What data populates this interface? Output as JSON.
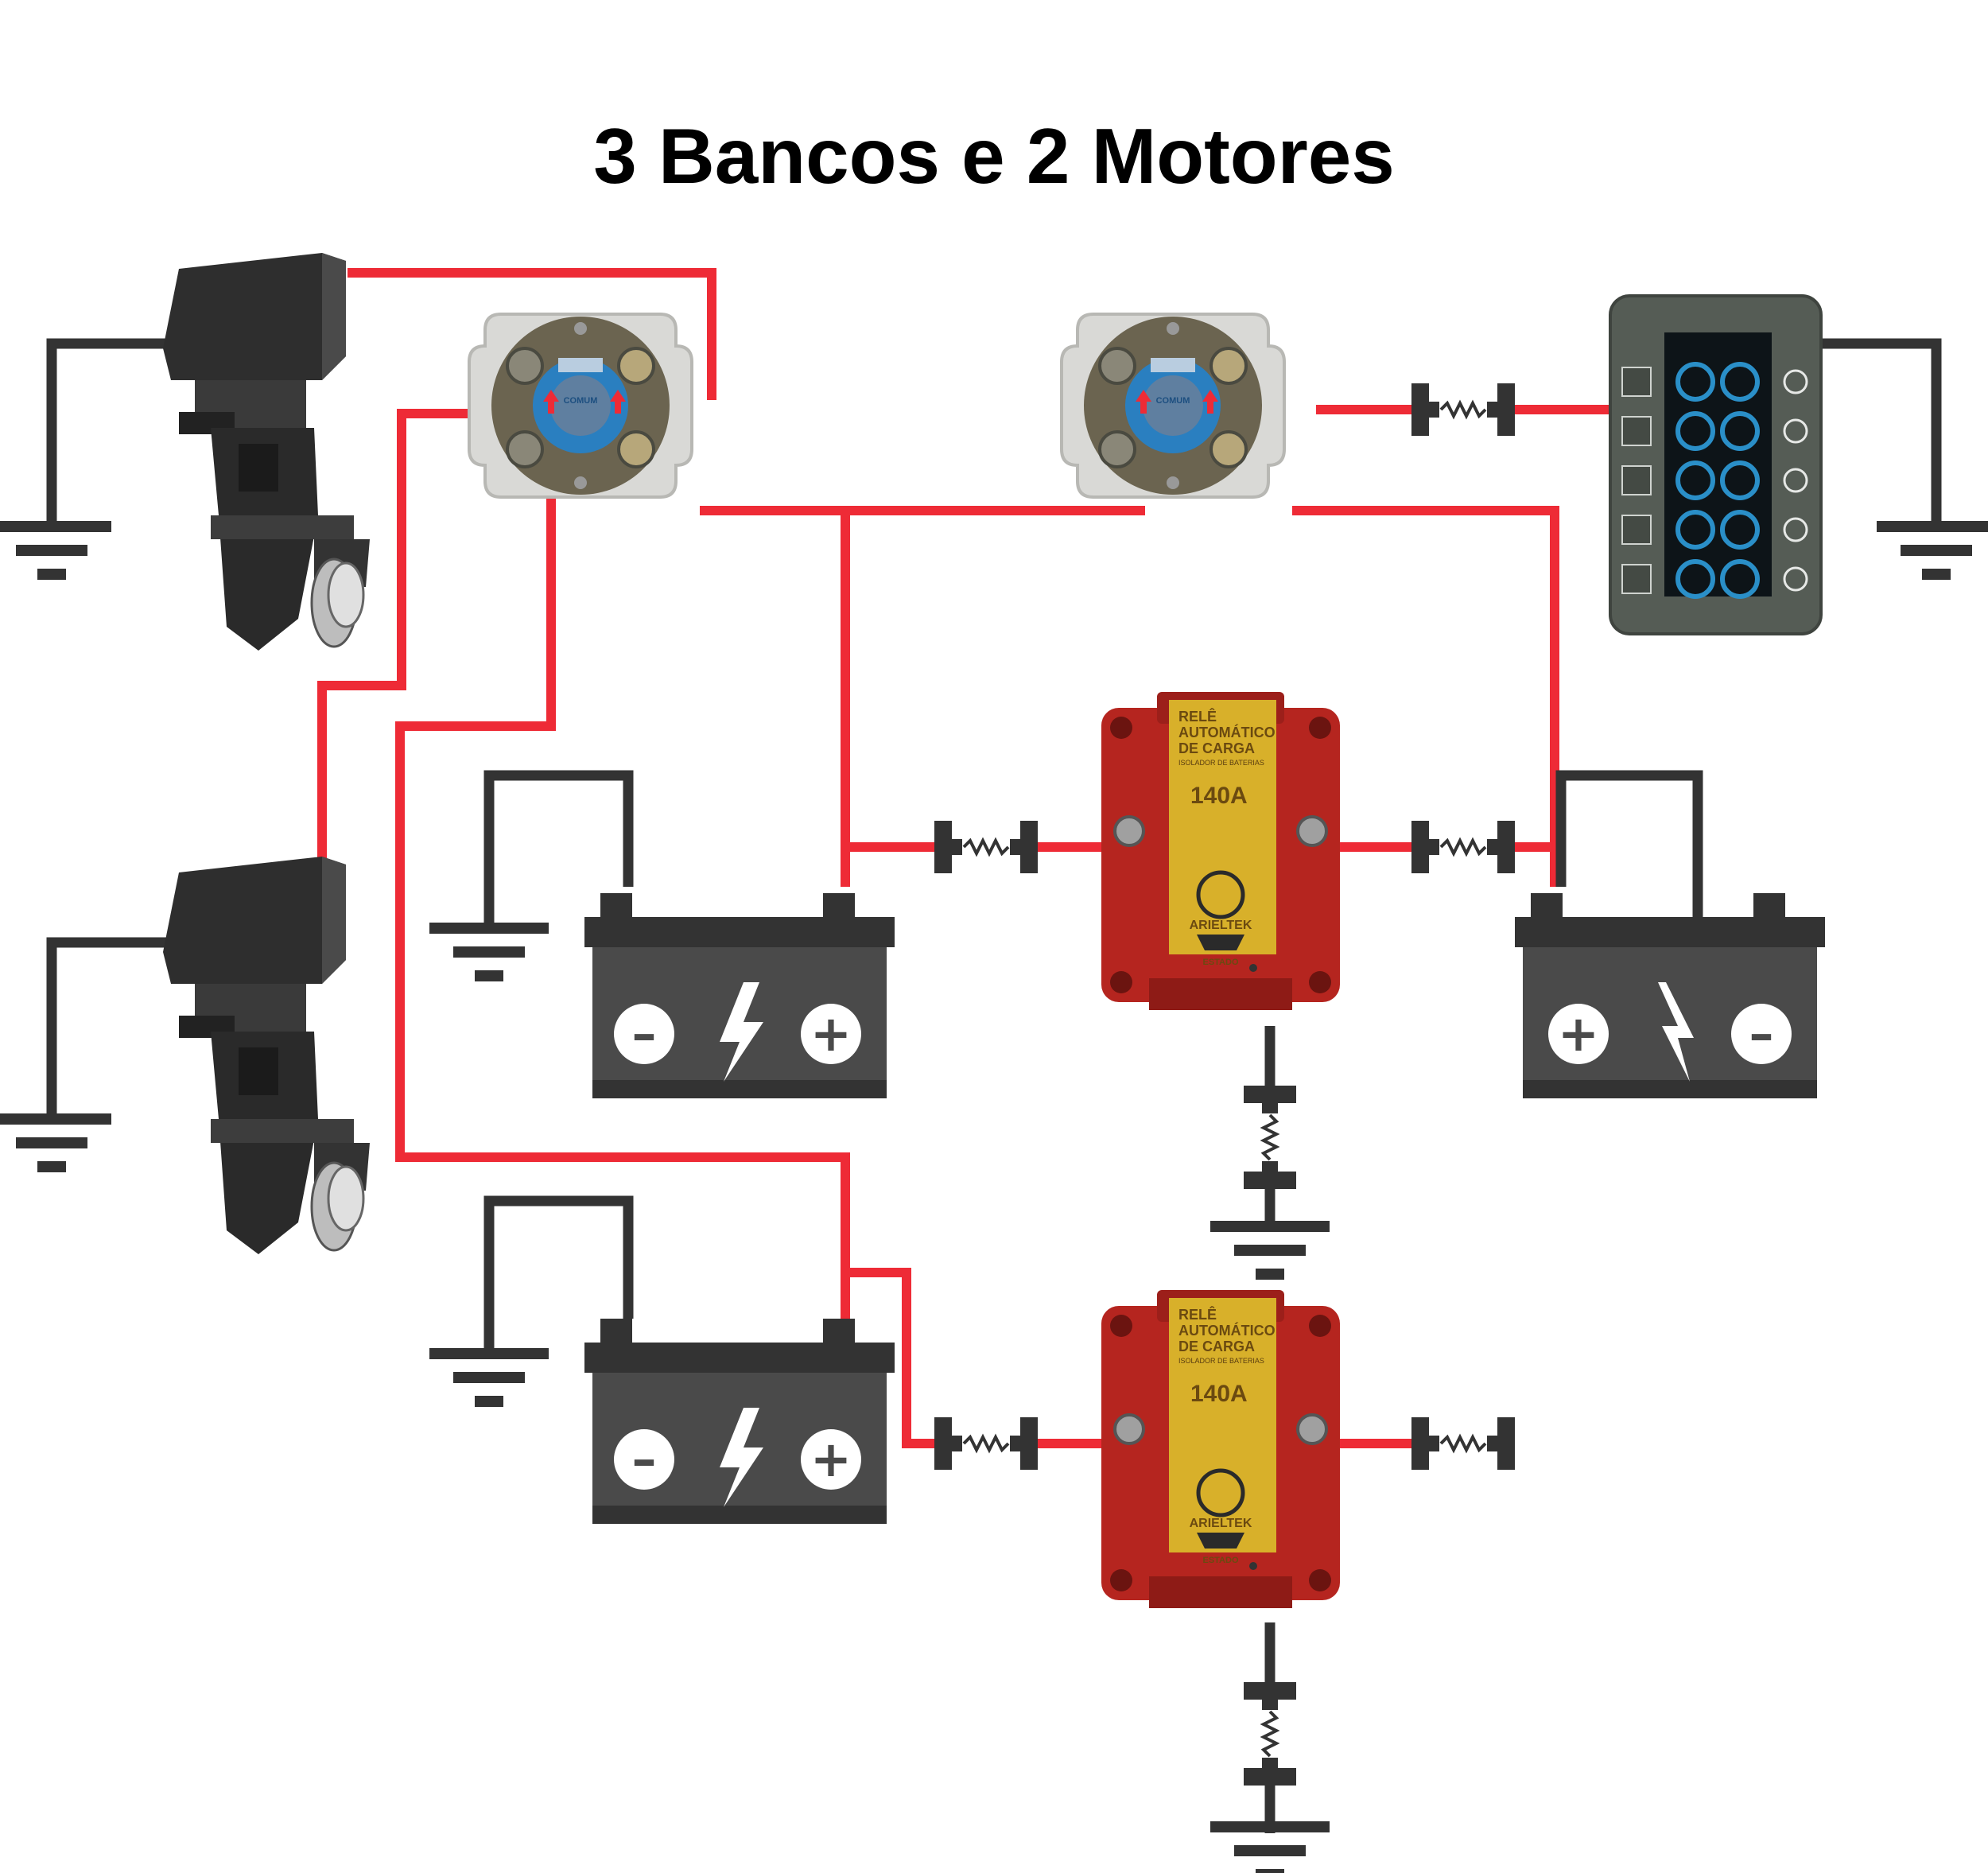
{
  "title": "3 Bancos e 2 Motores",
  "colors": {
    "positive_wire": "#ee2b36",
    "ground_wire": "#333333",
    "battery_body": "#4a4a4a",
    "relay_body": "#b5251f",
    "relay_label": "#d8b02a",
    "panel_body": "#555c55",
    "switch_button": "#2a8fc8"
  },
  "components": {
    "motors": [
      {
        "name": "motor-top",
        "icon": "outboard-motor-icon"
      },
      {
        "name": "motor-bottom",
        "icon": "outboard-motor-icon"
      }
    ],
    "selector_switches": [
      {
        "name": "battery-switch-1",
        "knob_label": "COMUM"
      },
      {
        "name": "battery-switch-2",
        "knob_label": "COMUM"
      }
    ],
    "panel": {
      "name": "switch-panel",
      "buttons_per_column": 5,
      "columns": 2,
      "left_icons": [
        "snowflake-icon",
        "light-icon",
        "light-icon",
        "circle-icon",
        "light-icon"
      ],
      "right_icons": [
        "horn-icon",
        "gauge-icon",
        "battery-icon",
        "pump-icon",
        "fish-icon"
      ]
    },
    "batteries": [
      {
        "name": "battery-a",
        "left_sign": "–",
        "right_sign": "+"
      },
      {
        "name": "battery-b",
        "left_sign": "+",
        "right_sign": "–"
      },
      {
        "name": "battery-c",
        "left_sign": "–",
        "right_sign": "+"
      }
    ],
    "relays": [
      {
        "name": "relay-1",
        "label_line1": "RELÊ",
        "label_line2": "AUTOMÁTICO",
        "label_line3": "DE CARGA",
        "subtitle": "ISOLADOR DE BATERIAS",
        "rating": "140A",
        "brand": "ARIELTEK",
        "status_label": "ESTADO"
      },
      {
        "name": "relay-2",
        "label_line1": "RELÊ",
        "label_line2": "AUTOMÁTICO",
        "label_line3": "DE CARGA",
        "subtitle": "ISOLADOR DE BATERIAS",
        "rating": "140A",
        "brand": "ARIELTEK",
        "status_label": "ESTADO"
      }
    ]
  }
}
